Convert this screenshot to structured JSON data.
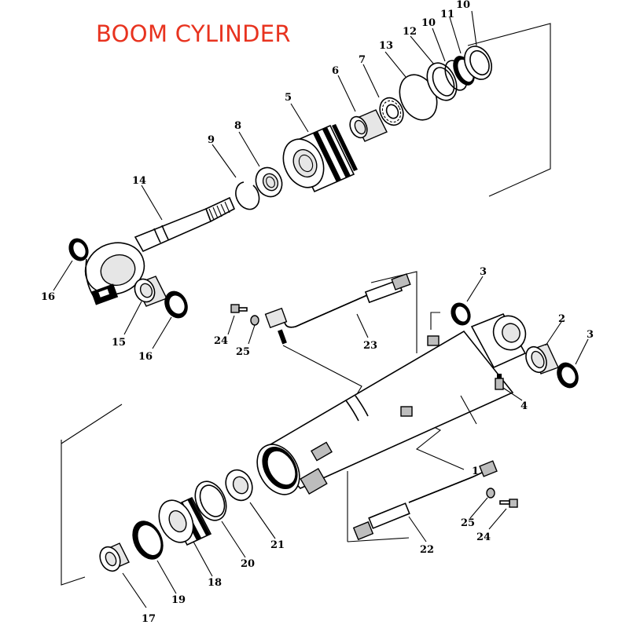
{
  "title": "BOOM CYLINDER",
  "title_color": "#e8331f",
  "parts": [
    {
      "id": "p1",
      "label": "1"
    },
    {
      "id": "p2",
      "label": "2"
    },
    {
      "id": "p3a",
      "label": "3"
    },
    {
      "id": "p3b",
      "label": "3"
    },
    {
      "id": "p4",
      "label": "4"
    },
    {
      "id": "p5",
      "label": "5"
    },
    {
      "id": "p6",
      "label": "6"
    },
    {
      "id": "p7",
      "label": "7"
    },
    {
      "id": "p8",
      "label": "8"
    },
    {
      "id": "p9",
      "label": "9"
    },
    {
      "id": "p10a",
      "label": "10"
    },
    {
      "id": "p10b",
      "label": "10"
    },
    {
      "id": "p11",
      "label": "11"
    },
    {
      "id": "p12",
      "label": "12"
    },
    {
      "id": "p13",
      "label": "13"
    },
    {
      "id": "p14",
      "label": "14"
    },
    {
      "id": "p15",
      "label": "15"
    },
    {
      "id": "p16a",
      "label": "16"
    },
    {
      "id": "p16b",
      "label": "16"
    },
    {
      "id": "p17",
      "label": "17"
    },
    {
      "id": "p18",
      "label": "18"
    },
    {
      "id": "p19",
      "label": "19"
    },
    {
      "id": "p20",
      "label": "20"
    },
    {
      "id": "p21",
      "label": "21"
    },
    {
      "id": "p22",
      "label": "22"
    },
    {
      "id": "p23",
      "label": "23"
    },
    {
      "id": "p24a",
      "label": "24"
    },
    {
      "id": "p24b",
      "label": "24"
    },
    {
      "id": "p25a",
      "label": "25"
    },
    {
      "id": "p25b",
      "label": "25"
    }
  ]
}
